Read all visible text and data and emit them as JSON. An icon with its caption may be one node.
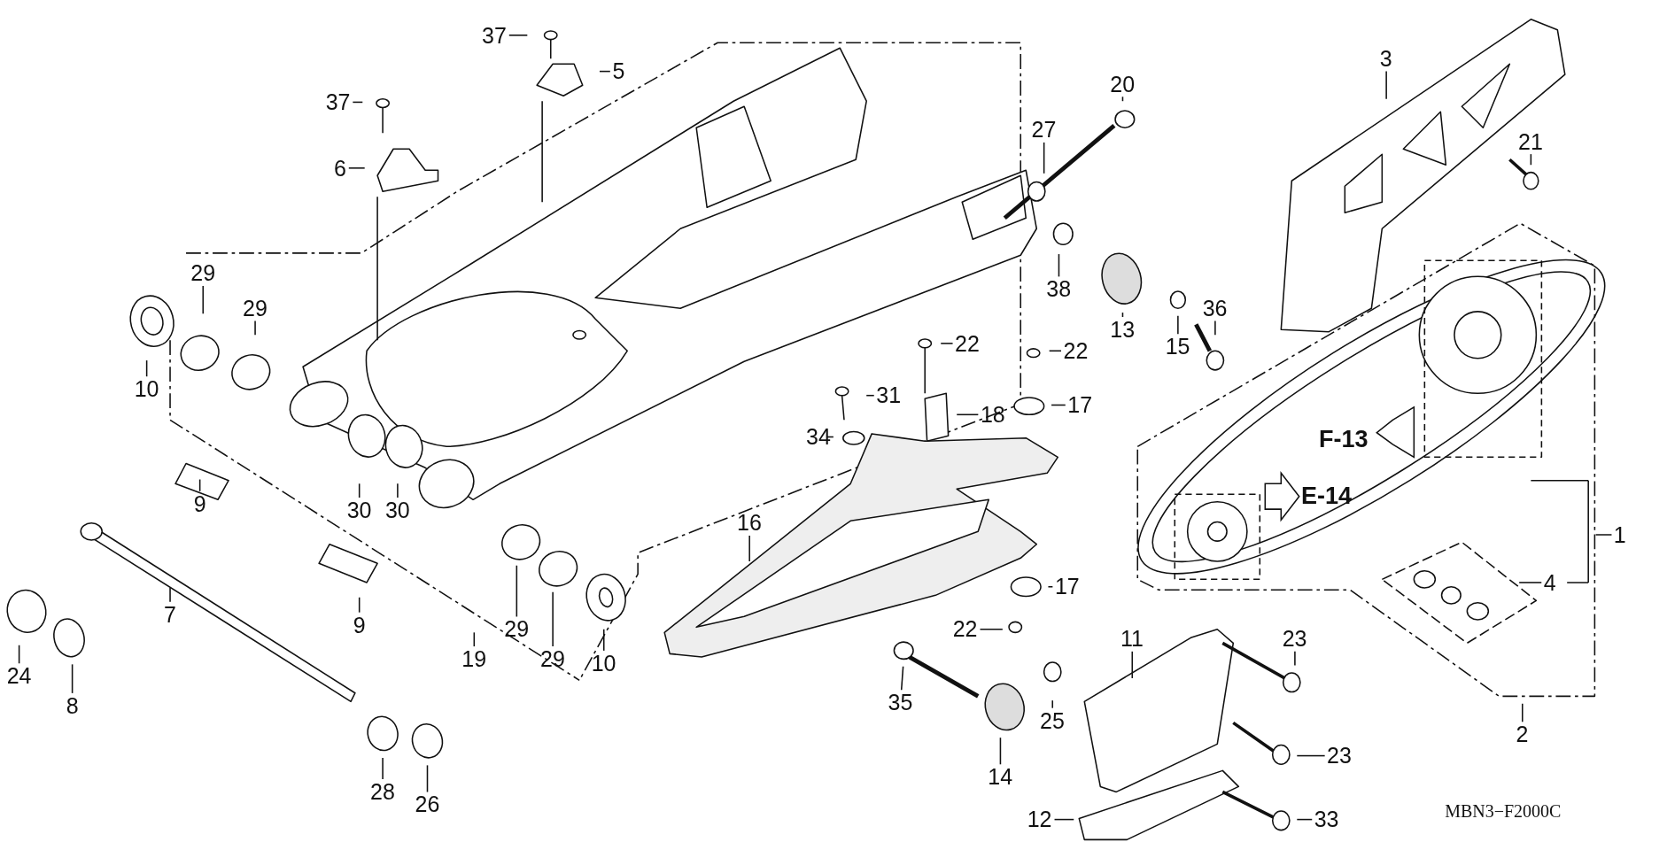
{
  "diagram": {
    "nodes": [
      {
        "text": [
          "37"
        ]
      },
      {
        "text": [
          "5"
        ]
      },
      {
        "text": [
          "37"
        ]
      },
      {
        "text": [
          "6"
        ]
      },
      {
        "text": [
          "29"
        ]
      },
      {
        "text": [
          "29"
        ]
      },
      {
        "text": [
          "10"
        ]
      },
      {
        "text": [
          "30"
        ]
      },
      {
        "text": [
          "30"
        ]
      },
      {
        "text": [
          "9"
        ]
      },
      {
        "text": [
          "9"
        ]
      },
      {
        "text": [
          "7"
        ]
      },
      {
        "text": [
          "24"
        ]
      },
      {
        "text": [
          "8"
        ]
      },
      {
        "text": [
          "19"
        ]
      },
      {
        "text": [
          "29"
        ]
      },
      {
        "text": [
          "29"
        ]
      },
      {
        "text": [
          "10"
        ]
      },
      {
        "text": [
          "28"
        ]
      },
      {
        "text": [
          "26"
        ]
      },
      {
        "text": [
          "27"
        ]
      },
      {
        "text": [
          "20"
        ]
      },
      {
        "text": [
          "38"
        ]
      },
      {
        "text": [
          "13"
        ]
      },
      {
        "text": [
          "15"
        ]
      },
      {
        "text": [
          "36"
        ]
      },
      {
        "text": [
          "3"
        ]
      },
      {
        "text": [
          "21"
        ]
      },
      {
        "text": [
          "22"
        ]
      },
      {
        "text": [
          "22"
        ]
      },
      {
        "text": [
          "31"
        ]
      },
      {
        "text": [
          "18"
        ]
      },
      {
        "text": [
          "17"
        ]
      },
      {
        "text": [
          "34"
        ]
      },
      {
        "text": [
          "16"
        ]
      },
      {
        "text": [
          "17"
        ]
      },
      {
        "text": [
          "22"
        ]
      },
      {
        "text": [
          "35"
        ]
      },
      {
        "text": [
          "14"
        ]
      },
      {
        "text": [
          "25"
        ]
      },
      {
        "text": [
          "11"
        ]
      },
      {
        "text": [
          "23"
        ]
      },
      {
        "text": [
          "23"
        ]
      },
      {
        "text": [
          "12"
        ]
      },
      {
        "text": [
          "33"
        ]
      },
      {
        "text": [
          "1"
        ]
      },
      {
        "text": [
          "4"
        ]
      },
      {
        "text": [
          "2"
        ]
      }
    ],
    "edges": [
      {
        "from": 0,
        "to": null,
        "arrow": "none"
      },
      {
        "from": 1,
        "to": null,
        "arrow": "none"
      },
      {
        "from": 2,
        "to": null,
        "arrow": "none"
      },
      {
        "from": 3,
        "to": null,
        "arrow": "none"
      },
      {
        "from": 4,
        "to": null,
        "arrow": "none"
      },
      {
        "from": 5,
        "to": null,
        "arrow": "none"
      },
      {
        "from": 6,
        "to": null,
        "arrow": "none"
      },
      {
        "from": 7,
        "to": null,
        "arrow": "none"
      },
      {
        "from": 8,
        "to": null,
        "arrow": "none"
      },
      {
        "from": 9,
        "to": null,
        "arrow": "none"
      },
      {
        "from": 10,
        "to": null,
        "arrow": "none"
      },
      {
        "from": 11,
        "to": null,
        "arrow": "none"
      },
      {
        "from": 12,
        "to": null,
        "arrow": "none"
      },
      {
        "from": 13,
        "to": null,
        "arrow": "none"
      },
      {
        "from": 14,
        "to": null,
        "arrow": "none"
      },
      {
        "from": 15,
        "to": null,
        "arrow": "none"
      },
      {
        "from": 16,
        "to": null,
        "arrow": "none"
      },
      {
        "from": 17,
        "to": null,
        "arrow": "none"
      },
      {
        "from": 18,
        "to": null,
        "arrow": "none"
      },
      {
        "from": 19,
        "to": null,
        "arrow": "none"
      },
      {
        "from": 20,
        "to": null,
        "arrow": "none"
      },
      {
        "from": 21,
        "to": null,
        "arrow": "none"
      },
      {
        "from": 22,
        "to": null,
        "arrow": "none"
      },
      {
        "from": 23,
        "to": null,
        "arrow": "none"
      },
      {
        "from": 24,
        "to": null,
        "arrow": "none"
      },
      {
        "from": 25,
        "to": null,
        "arrow": "none"
      },
      {
        "from": 26,
        "to": null,
        "arrow": "none"
      },
      {
        "from": 27,
        "to": null,
        "arrow": "none"
      },
      {
        "from": 28,
        "to": null,
        "arrow": "none"
      },
      {
        "from": 29,
        "to": null,
        "arrow": "none"
      },
      {
        "from": 30,
        "to": null,
        "arrow": "none"
      },
      {
        "from": 31,
        "to": null,
        "arrow": "none"
      },
      {
        "from": 32,
        "to": null,
        "arrow": "none"
      },
      {
        "from": 33,
        "to": null,
        "arrow": "none"
      },
      {
        "from": 34,
        "to": null,
        "arrow": "none"
      },
      {
        "from": 35,
        "to": null,
        "arrow": "none"
      },
      {
        "from": 36,
        "to": null,
        "arrow": "none"
      },
      {
        "from": 37,
        "to": null,
        "arrow": "none"
      },
      {
        "from": 38,
        "to": null,
        "arrow": "none"
      },
      {
        "from": 39,
        "to": null,
        "arrow": "none"
      },
      {
        "from": 40,
        "to": null,
        "arrow": "none"
      },
      {
        "from": 41,
        "to": null,
        "arrow": "none"
      },
      {
        "from": 42,
        "to": null,
        "arrow": "none"
      },
      {
        "from": 43,
        "to": null,
        "arrow": "none"
      },
      {
        "from": 44,
        "to": null,
        "arrow": "none"
      },
      {
        "from": 45,
        "to": null,
        "arrow": "none"
      },
      {
        "from": 46,
        "to": null,
        "arrow": "none"
      },
      {
        "from": 47,
        "to": null,
        "arrow": "none"
      }
    ],
    "labels": [
      "F-13",
      "E-14",
      "MBN3−F2000C"
    ]
  }
}
